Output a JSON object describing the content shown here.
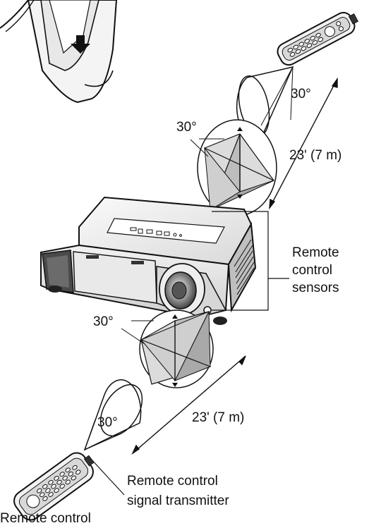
{
  "labels": {
    "top_sensor_angle": "30°",
    "top_remote_angle": "30°",
    "top_distance": "23' (7 m)",
    "sensors": [
      "Remote",
      "control",
      "sensors"
    ],
    "bottom_sensor_angle": "30°",
    "bottom_remote_angle": "30°",
    "bottom_distance": "23' (7 m)",
    "transmitter": [
      "Remote control",
      "signal transmitter"
    ],
    "remote_control": "Remote control"
  }
}
